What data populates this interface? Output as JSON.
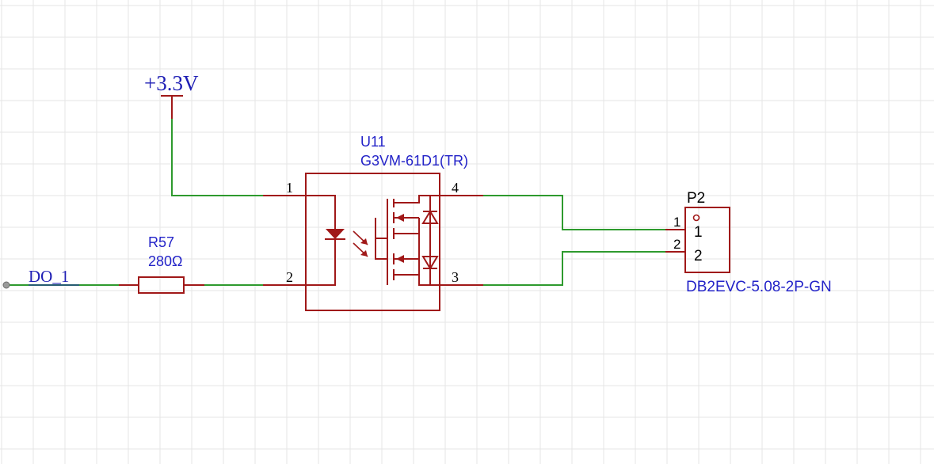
{
  "colors": {
    "background": "#ffffff",
    "grid": "#e6e6e6",
    "wire": "#2e9a2e",
    "component": "#a01818",
    "label_text": "#2323c8",
    "pin_text": "#000000"
  },
  "power": {
    "label": "+3.3V"
  },
  "net": {
    "label": "DO_1"
  },
  "resistor": {
    "designator": "R57",
    "value": "280Ω"
  },
  "relay": {
    "designator": "U11",
    "part_number": "G3VM-61D1(TR)",
    "pins": {
      "p1": "1",
      "p2": "2",
      "p3": "3",
      "p4": "4"
    }
  },
  "connector": {
    "designator": "P2",
    "part_number": "DB2EVC-5.08-2P-GN",
    "pins": {
      "outer1": "1",
      "outer2": "2",
      "inner1": "1",
      "inner2": "2"
    }
  },
  "icons": {
    "power": "power-flag-icon",
    "net_port": "net-port-icon",
    "led": "led-icon",
    "mosfet": "mosfet-icon",
    "diode": "diode-icon"
  }
}
